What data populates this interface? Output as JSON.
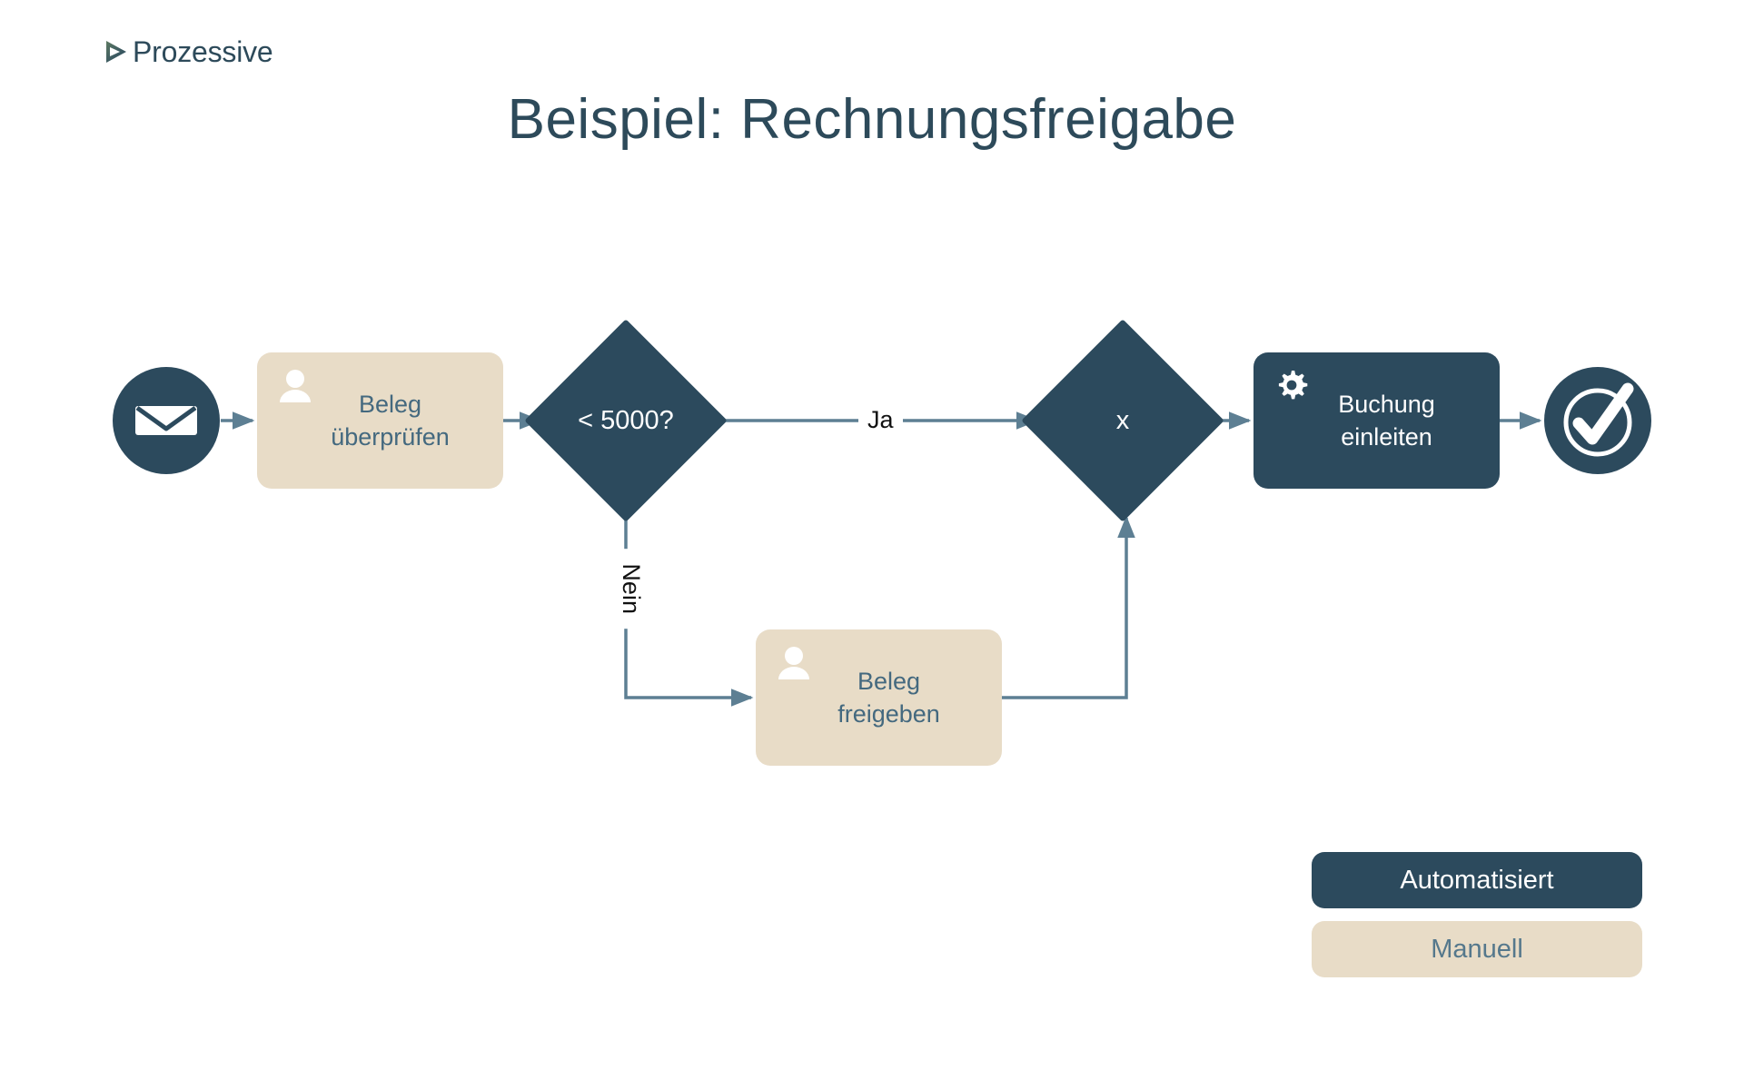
{
  "brand": {
    "name": "Prozessive",
    "logo_icon": "chevron-right-icon",
    "color": "#2d4a5a"
  },
  "header": {
    "title": "Beispiel: Rechnungsfreigabe"
  },
  "colors": {
    "navy": "#2c4a5d",
    "beige": "#e8dcc7",
    "connector": "#5d7f93",
    "text_on_beige": "#44697f",
    "text_on_navy": "#ffffff",
    "background": "#ffffff"
  },
  "diagram": {
    "type": "flowchart",
    "nodes": [
      {
        "id": "start",
        "shape": "circle-icon",
        "icon": "envelope-icon",
        "label": "",
        "style": "automated"
      },
      {
        "id": "beleg-ueberpruefen",
        "shape": "rounded-rect",
        "icon": "person-icon",
        "label": "Beleg\nüberprüfen",
        "style": "manual"
      },
      {
        "id": "decision-5000",
        "shape": "diamond",
        "icon": "",
        "label": "< 5000?",
        "style": "automated"
      },
      {
        "id": "merge-gateway",
        "shape": "diamond",
        "icon": "",
        "label": "x",
        "style": "automated"
      },
      {
        "id": "buchung-einleiten",
        "shape": "rounded-rect",
        "icon": "gear-icon",
        "label": "Buchung\neinleiten",
        "style": "automated"
      },
      {
        "id": "end",
        "shape": "circle-icon",
        "icon": "check-circle-icon",
        "label": "",
        "style": "automated"
      },
      {
        "id": "beleg-freigeben",
        "shape": "rounded-rect",
        "icon": "person-icon",
        "label": "Beleg\nfreigeben",
        "style": "manual"
      }
    ],
    "edges": [
      {
        "from": "start",
        "to": "beleg-ueberpruefen",
        "label": ""
      },
      {
        "from": "beleg-ueberpruefen",
        "to": "decision-5000",
        "label": ""
      },
      {
        "from": "decision-5000",
        "to": "merge-gateway",
        "label": "Ja"
      },
      {
        "from": "decision-5000",
        "to": "beleg-freigeben",
        "label": "Nein"
      },
      {
        "from": "beleg-freigeben",
        "to": "merge-gateway",
        "label": ""
      },
      {
        "from": "merge-gateway",
        "to": "buchung-einleiten",
        "label": ""
      },
      {
        "from": "buchung-einleiten",
        "to": "end",
        "label": ""
      }
    ],
    "labels": {
      "node_1": "Beleg\nüberprüfen",
      "node_2": "< 5000?",
      "node_3": "x",
      "node_4": "Buchung\neinleiten",
      "node_5": "Beleg\nfreigeben",
      "edge_ja": "Ja",
      "edge_nein": "Nein"
    }
  },
  "legend": {
    "items": [
      {
        "label": "Automatisiert",
        "style": "automated"
      },
      {
        "label": "Manuell",
        "style": "manual"
      }
    ]
  }
}
